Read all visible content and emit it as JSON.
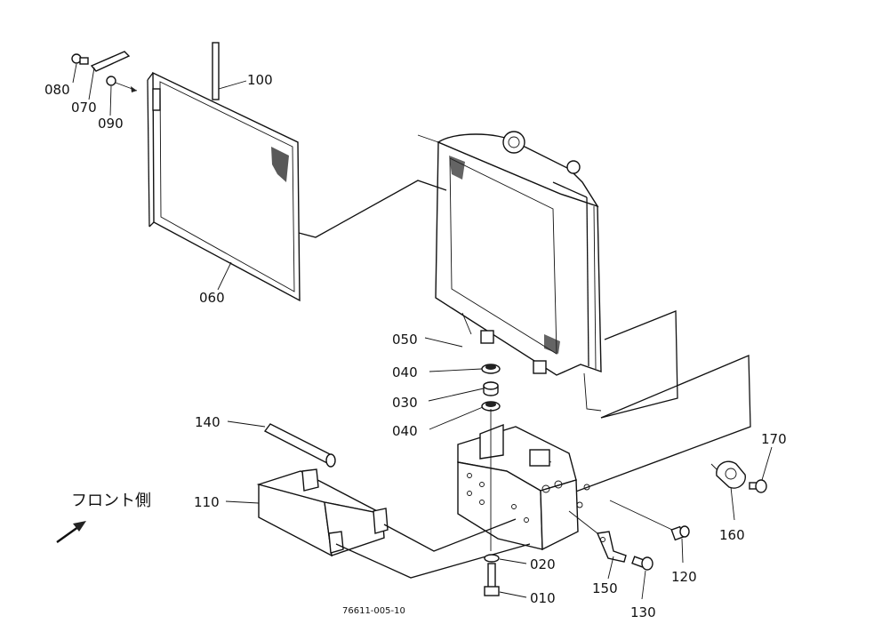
{
  "diagram": {
    "part_labels": {
      "p010": "010",
      "p020": "020",
      "p030": "030",
      "p040a": "040",
      "p040b": "040",
      "p050": "050",
      "p060": "060",
      "p070": "070",
      "p080": "080",
      "p090": "090",
      "p100": "100",
      "p110": "110",
      "p120": "120",
      "p130": "130",
      "p140": "140",
      "p150": "150",
      "p160": "160",
      "p170": "170"
    },
    "front_label": "フロント側",
    "drawing_code": "76611-005-10"
  }
}
